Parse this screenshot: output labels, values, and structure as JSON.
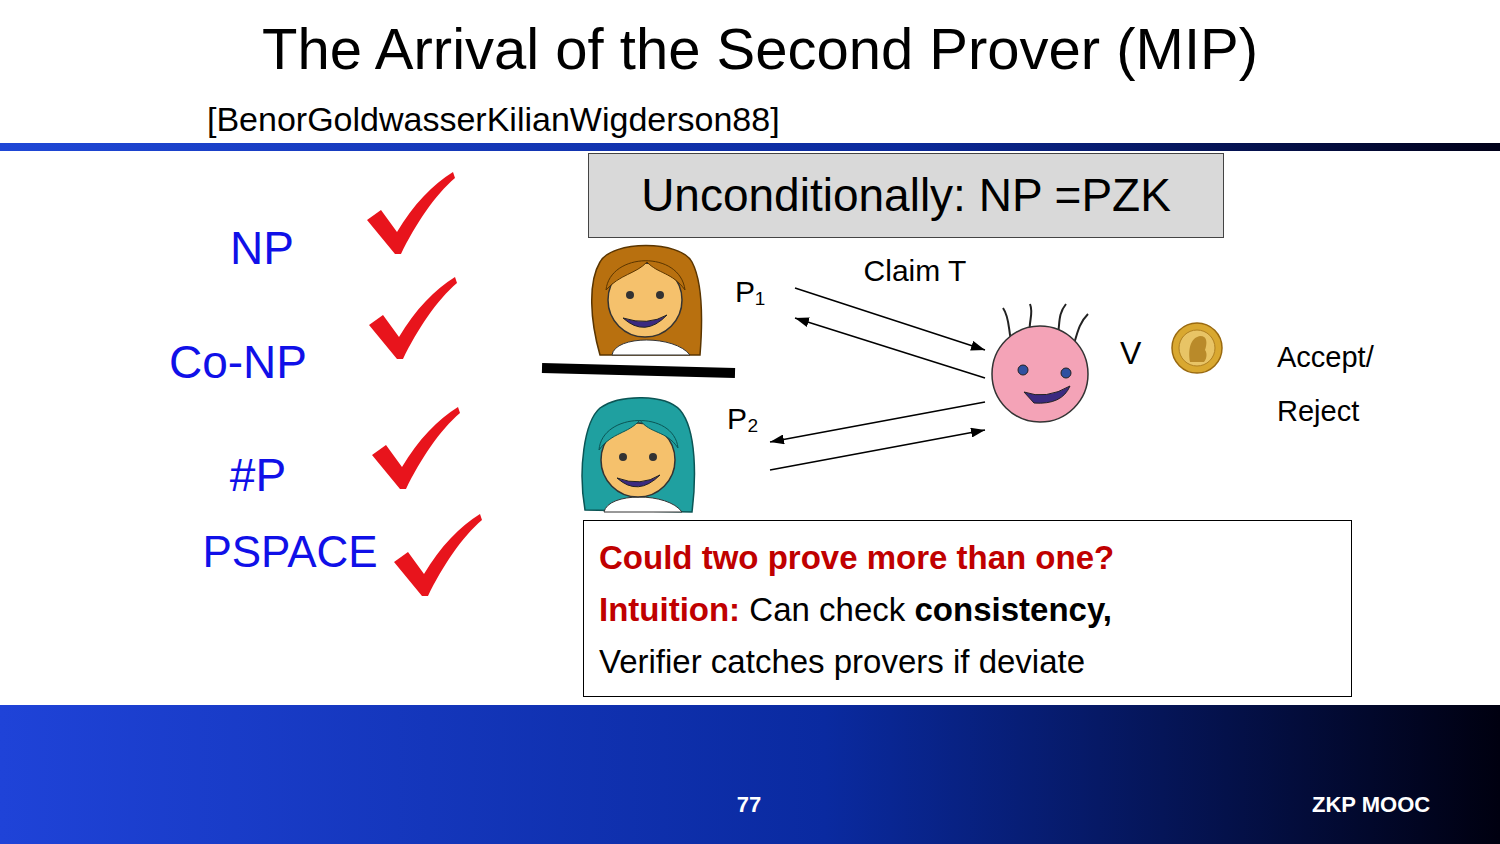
{
  "diagram": {
    "title": "The Arrival of the Second Prover (MIP)",
    "nodes": [
      {
        "text": [
          "Unconditionally: NP =PZK"
        ]
      },
      {
        "text": [
          "P₁"
        ]
      },
      {
        "text": [
          "V"
        ]
      },
      {
        "text": [
          "P₂"
        ]
      },
      {
        "text": [
          "Could two prove more than one?",
          "Intuition:",
          "Can check",
          "consistency,",
          "Verifier catches provers if deviate"
        ]
      }
    ],
    "edges": [
      {
        "from": 1,
        "to": 2,
        "arrow": "to",
        "label": "Claim T"
      },
      {
        "from": 2,
        "to": 1,
        "arrow": "to"
      },
      {
        "from": 2,
        "to": 3,
        "arrow": "to"
      },
      {
        "from": 3,
        "to": 2,
        "arrow": "to"
      }
    ],
    "labels": [
      "[BenorGoldwasserKilianWigderson88]",
      "NP",
      "Co-NP",
      "#P",
      "PSPACE",
      "Accept/ Reject",
      "77",
      "ZKP MOOC"
    ]
  }
}
